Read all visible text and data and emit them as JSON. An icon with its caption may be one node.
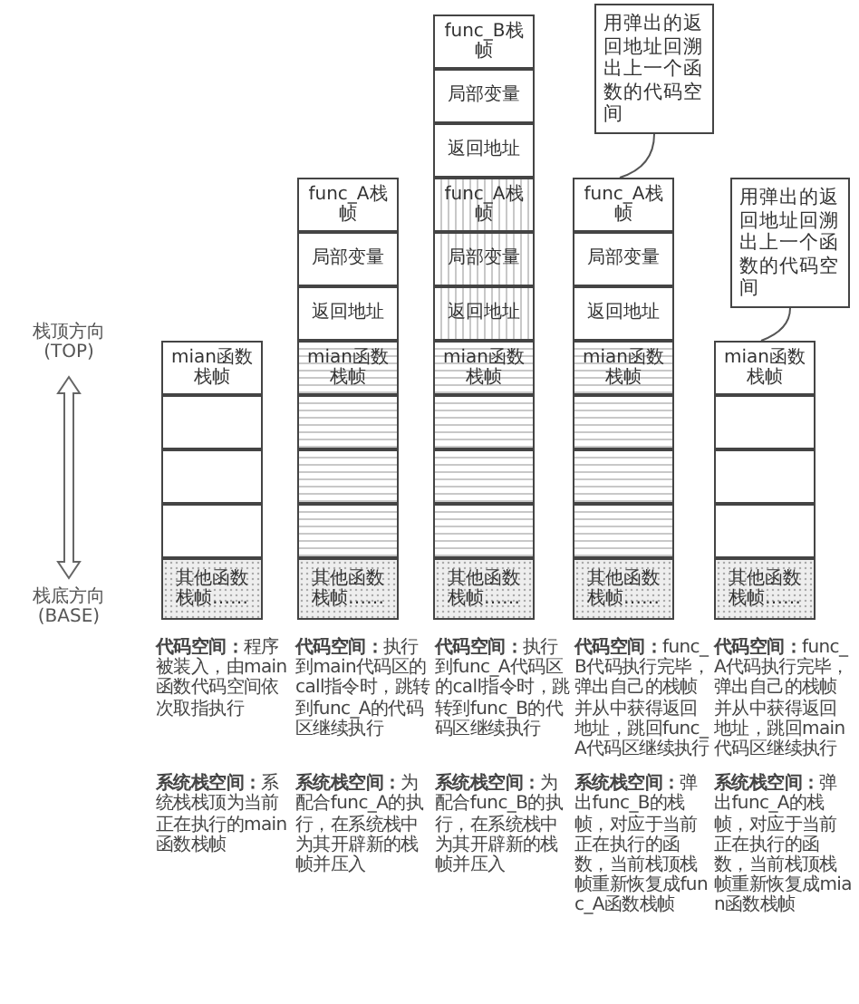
{
  "diagram": {
    "nodes": [
      {
        "text": [
          "mian函数栈帧"
        ]
      },
      {
        "text": [],
        "shape": "box"
      },
      {
        "text": [],
        "shape": "box"
      },
      {
        "text": [],
        "shape": "box"
      },
      {
        "text": [
          "其他函数栈帧……"
        ]
      },
      {
        "text": [
          "func_A栈帧"
        ]
      },
      {
        "text": [
          "局部变量"
        ]
      },
      {
        "text": [
          "返回地址"
        ]
      },
      {
        "text": [
          "mian函数栈帧"
        ]
      },
      {
        "text": [],
        "shape": "box"
      },
      {
        "text": [],
        "shape": "box"
      },
      {
        "text": [],
        "shape": "box"
      },
      {
        "text": [
          "其他函数栈帧……"
        ]
      },
      {
        "text": [
          "func_B栈帧"
        ]
      },
      {
        "text": [
          "局部变量"
        ]
      },
      {
        "text": [
          "返回地址"
        ]
      },
      {
        "text": [
          "func_A栈帧"
        ]
      },
      {
        "text": [
          "局部变量"
        ]
      },
      {
        "text": [
          "返回地址"
        ]
      },
      {
        "text": [
          "mian函数栈帧"
        ]
      },
      {
        "text": [],
        "shape": "box"
      },
      {
        "text": [],
        "shape": "box"
      },
      {
        "text": [],
        "shape": "box"
      },
      {
        "text": [
          "其他函数栈帧……"
        ]
      },
      {
        "text": [
          "用弹出的返回地址回溯出上一个函数的代码空间"
        ]
      },
      {
        "text": [
          "func_A栈帧"
        ]
      },
      {
        "text": [
          "局部变量"
        ]
      },
      {
        "text": [
          "返回地址"
        ]
      },
      {
        "text": [
          "mian函数栈帧"
        ]
      },
      {
        "text": [],
        "shape": "box"
      },
      {
        "text": [],
        "shape": "box"
      },
      {
        "text": [],
        "shape": "box"
      },
      {
        "text": [
          "其他函数栈帧……"
        ]
      },
      {
        "text": [
          "用弹出的返回地址回溯出上一个函数的代码空间"
        ]
      },
      {
        "text": [
          "mian函数栈帧"
        ]
      },
      {
        "text": [],
        "shape": "box"
      },
      {
        "text": [],
        "shape": "box"
      },
      {
        "text": [],
        "shape": "box"
      },
      {
        "text": [
          "其他函数栈帧……"
        ]
      }
    ],
    "edges": [
      {
        "from": 24,
        "to": 25,
        "arrow": "none"
      },
      {
        "from": 33,
        "to": 34,
        "arrow": "none"
      }
    ],
    "labels": [
      "栈顶方向",
      "(TOP)",
      "栈底方向",
      "(BASE)",
      "**代码空间：**程序被装入，由main函数代码空间依次取指执行",
      "**代码空间：**执行到main代码区的call指令时，跳转到func_A的代码区继续执行",
      "**代码空间：**执行到func_A代码区的call指令时，跳转到func_B的代码区继续执行",
      "**代码空间：**func_B代码执行完毕，弹出自己的栈帧并从中获得返回地址，跳回func_A代码区继续执行",
      "**代码空间：**func_A代码执行完毕，弹出自己的栈帧并从中获得返回地址，跳回main代码区继续执行",
      "**系统栈空间：**系统栈栈顶为当前正在执行的main函数栈帧",
      "**系统栈空间：**为配合func_A的执行，在系统栈中为其开辟新的栈帧并压入",
      "**系统栈空间：**为配合func_B的执行，在系统栈中为其开辟新的栈帧并压入",
      "**系统栈空间：**弹出func_B的栈帧，对应于当前正在执行的函数，当前栈顶栈帧重新恢复成func_A函数栈帧",
      "**系统栈空间：**弹出func_A的栈帧，对应于当前正在执行的函数，当前栈顶栈帧重新恢复成mian函数栈帧"
    ]
  }
}
